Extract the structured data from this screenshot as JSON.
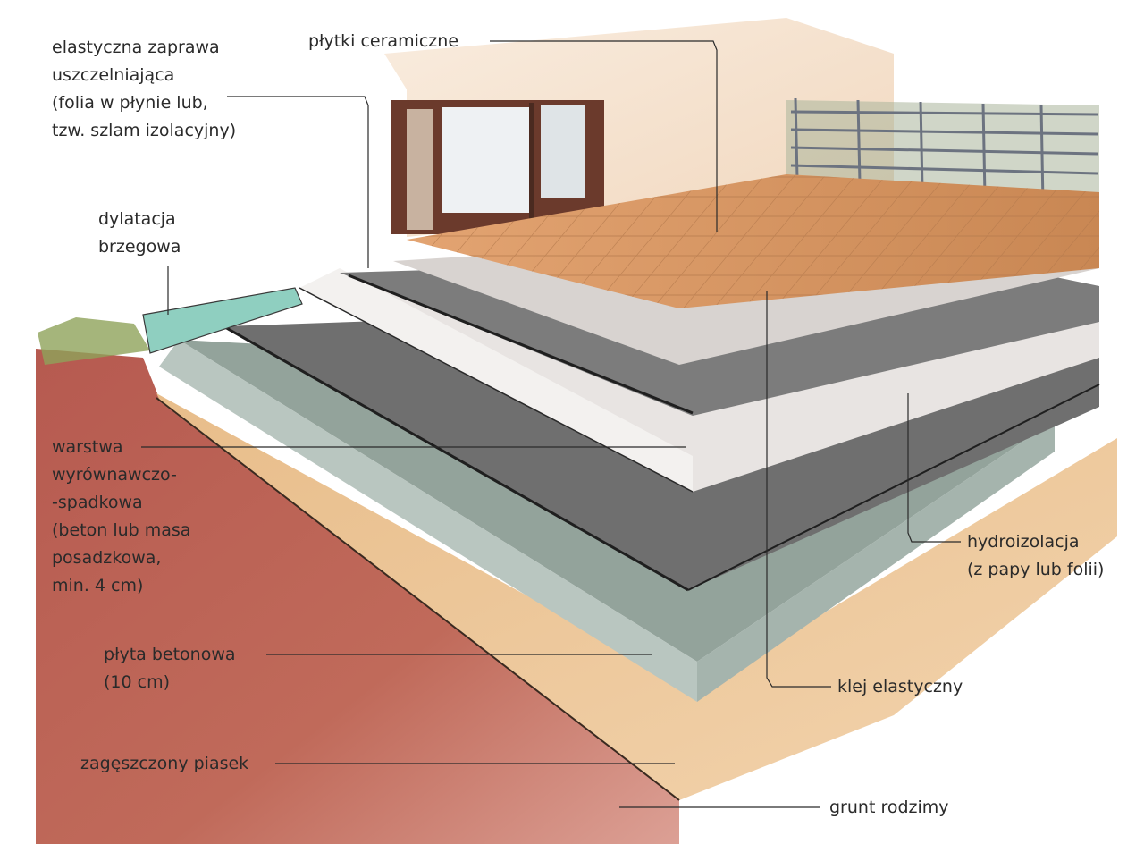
{
  "labels": {
    "elastic_mortar": [
      "elastyczna zaprawa",
      "uszczelniająca",
      "(folia w płynie lub,",
      "tzw. szlam izolacyjny)"
    ],
    "ceramic_tiles": "płytki ceramiczne",
    "edge_dilatation": [
      "dylatacja",
      "brzegowa"
    ],
    "leveling_layer": [
      "warstwa",
      "wyrównawczo-",
      "-spadkowa",
      "(beton lub masa",
      "posadzkowa,",
      "min. 4 cm)"
    ],
    "waterproofing": [
      "hydroizolacja",
      "(z papy lub folii)"
    ],
    "concrete_slab": [
      "płyta betonowa",
      "(10 cm)"
    ],
    "flexible_adhesive": "klej elastyczny",
    "compacted_sand": "zagęszczony piasek",
    "native_soil": "grunt rodzimy"
  },
  "colors": {
    "ink": "#2a2a2a",
    "soil": "#b1504a",
    "sand": "#e6b985",
    "slab": "#9aa9a2",
    "membrane": "#6b6b6b",
    "screed": "#ebe7e4",
    "tiles": "#d99561",
    "wall": "#f4dcc4",
    "dilatation": "#8fcfc0",
    "grass": "#8fa25a"
  }
}
